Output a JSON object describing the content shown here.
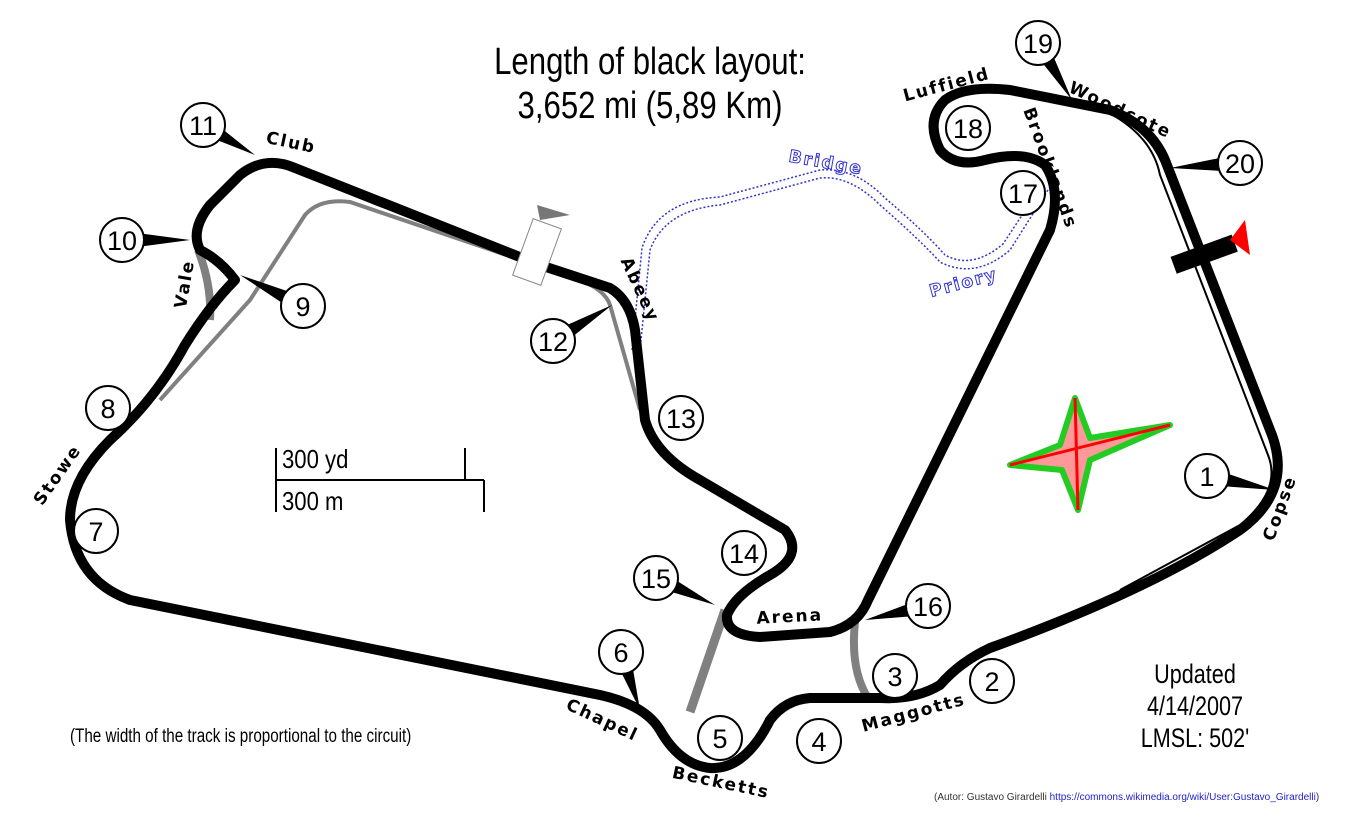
{
  "title": {
    "line1": "Length of black layout:",
    "line2": "3,652 mi (5,89 Km)"
  },
  "updated": {
    "line1": "Updated 4/14/2007",
    "line2": "LMSL: 502'"
  },
  "note": "(The width of the track is proportional to the circuit)",
  "credit": {
    "author": "(Autor: Gustavo Girardelli",
    "link": "https://commons.wikimedia.org/wiki/User:Gustavo_Girardelli",
    "close": ")"
  },
  "scale": {
    "yards": "300 yd",
    "meters": "300 m"
  },
  "corner_names": {
    "copse": "Copse",
    "maggotts": "Maggotts",
    "becketts": "Becketts",
    "chapel": "Chapel",
    "stowe": "Stowe",
    "vale": "Vale",
    "club": "Club",
    "abbey": "Abeey",
    "arena": "Arena",
    "brooklands": "Brooklands",
    "luffield": "Luffield",
    "woodcote": "Woodcote",
    "bridge": "Bridge",
    "priory": "Priory"
  },
  "turns": [
    "1",
    "2",
    "3",
    "4",
    "5",
    "6",
    "7",
    "8",
    "9",
    "10",
    "11",
    "12",
    "13",
    "14",
    "15",
    "16",
    "17",
    "18",
    "19",
    "20"
  ],
  "colors": {
    "track": "#000000",
    "old_track": "#808080",
    "bridge": "#3333cc",
    "flag_red": "#ff0000",
    "compass_green": "#22cc22",
    "compass_red": "#ff0000"
  }
}
